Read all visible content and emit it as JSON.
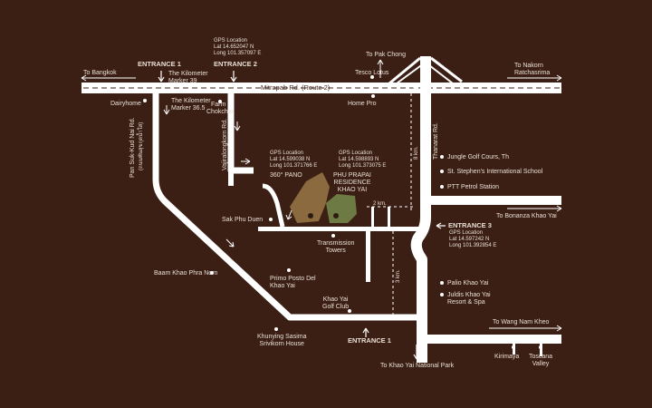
{
  "colors": {
    "background": "#3b1f14",
    "road": "#ffffff",
    "label": "#e9dfd6",
    "plot_brown": "#8a6a3e",
    "plot_green": "#6e7a44"
  },
  "roads": {
    "route2": "Mitrapab Rd. (Route 2)",
    "thanarat": "Thanarat Rd.",
    "pansukkud": "Pan Suk-Kud Nai Rd.",
    "pansukkud_thai": "(ถนนพันสุขกุดน้ำใส)",
    "vajiralongkorn": "Vajiralongkorn Rd.",
    "dist_8km": "8 km.",
    "dist_2km": "2 km.",
    "dist_3km": "3 km."
  },
  "directions": {
    "to_bangkok": "To Bangkok",
    "to_pak_chong": "To Pak Chong",
    "to_nakorn": "To Nakorn",
    "to_nakorn_2": "Ratchasrima",
    "to_bonanza": "To Bonanza Khao Yai",
    "to_wang_nam_kheo": "To Wang Nam Kheo",
    "to_khao_yai_np": "To Khao Yai National Park"
  },
  "entrances": {
    "entrance1_top": "ENTRANCE 1",
    "entrance2": "ENTRANCE 2",
    "entrance3": "ENTRANCE 3",
    "entrance1_bottom": "ENTRANCE 1"
  },
  "gps": {
    "entrance2": {
      "title": "GPS Location",
      "lat": "Lat 14.652047 N",
      "long": "Long 101.357097 E"
    },
    "pano": {
      "title": "GPS Location",
      "lat": "Lat 14.599038 N",
      "long": "Long 101.371766 E"
    },
    "phuprapai": {
      "title": "GPS Location",
      "lat": "Lat 14.598893 N",
      "long": "Long 101.373075 E"
    },
    "entrance3": {
      "title": "GPS Location",
      "lat": "Lat 14.597242 N",
      "long": "Long 101.392854 E"
    }
  },
  "places": {
    "km39_1": "The Kilometer",
    "km39_2": "Marker 39",
    "km36_1": "The Kilometer",
    "km36_2": "Marker 36.5",
    "dairyhome": "Dairyhome",
    "farm_1": "Farm",
    "farm_2": "Chokchai",
    "tesco": "Tesco Lotus",
    "homepro": "Home Pro",
    "pano": "360° PANO",
    "phuprapai_1": "PHU PRAPAI",
    "phuprapai_2": "RESIDENCE",
    "phuprapai_3": "KHAO YAI",
    "jungle_golf": "Jungle Golf Cours, Th",
    "st_stephen": "St. Stephen's International School",
    "ptt": "PTT Petrol Station",
    "sak_phu_duen": "Sak Phu Duen",
    "transmission_1": "Transmission",
    "transmission_2": "Towers",
    "baam": "Baam Khao Phra Norn",
    "primo_1": "Primo Posto Del",
    "primo_2": "Khao Yai",
    "khaoyai_golf_1": "Khao Yai",
    "khaoyai_golf_2": "Golf Club",
    "palio": "Palio Khao Yai",
    "juldis_1": "Juldis Khao Yai",
    "juldis_2": "Resort & Spa",
    "khunying_1": "Khunying Sasima",
    "khunying_2": "Srivikorn House",
    "kirimaya": "Kirimaya",
    "toscana_1": "Toscana",
    "toscana_2": "Valley"
  }
}
